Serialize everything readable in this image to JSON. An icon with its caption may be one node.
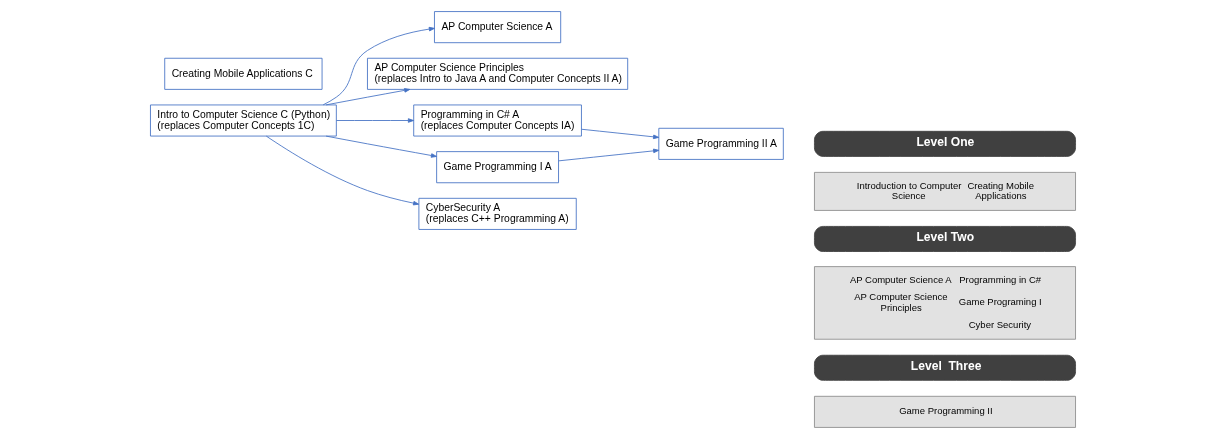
{
  "diagram": {
    "nodes": [
      {
        "text": [
          "Intro to Computer Science C (Python) (replaces Computer Concepts 1C)"
        ]
      },
      {
        "text": [
          "Creating Mobile Applications C"
        ]
      },
      {
        "text": [
          "AP Computer Science A"
        ]
      },
      {
        "text": [
          "AP Computer Science Principles (replaces Intro to Java A and Computer Concepts II A)"
        ]
      },
      {
        "text": [
          "Programming in C# A (replaces Computer Concepts IA)"
        ]
      },
      {
        "text": [
          "Game Programming I A"
        ]
      },
      {
        "text": [
          "CyberSecurity A (replaces C++ Programming A)"
        ]
      },
      {
        "text": [
          "Game Programming II A"
        ]
      },
      {
        "text": [
          "Level One"
        ]
      },
      {
        "text": [
          "Introduction to Computer Science",
          "Creating Mobile Applications"
        ]
      },
      {
        "text": [
          "Level Two"
        ]
      },
      {
        "text": [
          "AP Computer Science A",
          "AP Computer Science Principles",
          "Programming in C#",
          "Game Programing I",
          "Cyber Security"
        ]
      },
      {
        "text": [
          "Level  Three"
        ]
      },
      {
        "text": [
          "Game Programming II"
        ]
      }
    ],
    "edges": [
      {
        "from": 0,
        "to": 2,
        "arrow": "to"
      },
      {
        "from": 0,
        "to": 3,
        "arrow": "to"
      },
      {
        "from": 0,
        "to": 4,
        "arrow": "to"
      },
      {
        "from": 0,
        "to": 5,
        "arrow": "to"
      },
      {
        "from": 0,
        "to": 6,
        "arrow": "to"
      },
      {
        "from": 4,
        "to": 7,
        "arrow": "to"
      },
      {
        "from": 5,
        "to": 7,
        "arrow": "to"
      }
    ]
  }
}
